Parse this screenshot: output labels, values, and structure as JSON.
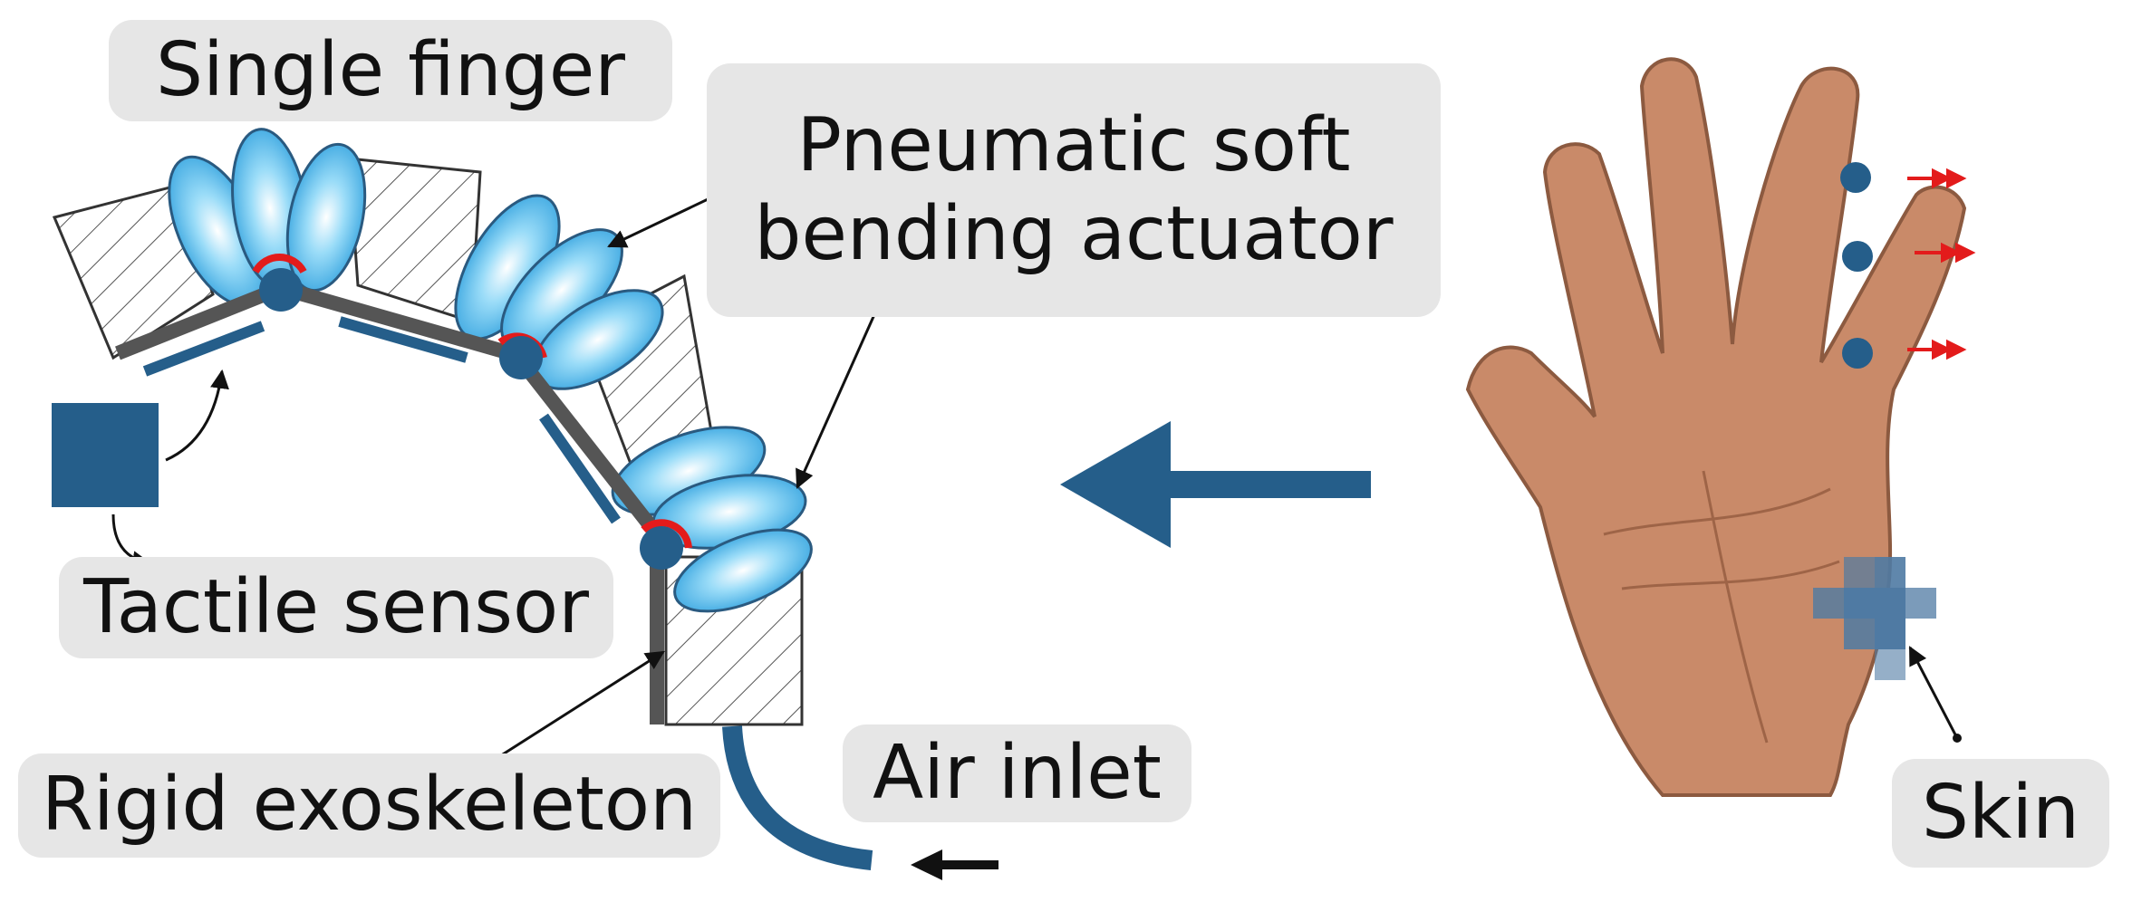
{
  "labels": {
    "single_finger": "Single finger",
    "actuator_line1": "Pneumatic soft",
    "actuator_line2": "bending actuator",
    "tactile_sensor": "Tactile sensor",
    "exoskeleton": "Rigid exoskeleton",
    "air_inlet": "Air inlet",
    "skin": "Skin"
  },
  "colors": {
    "accent_blue": "#255e8a",
    "chamber_blue": "#8fd3f5",
    "joint_red": "#e31b1b",
    "label_bg": "#e6e6e6",
    "exoskeleton_gray": "#555555",
    "skin_tone": "#c98a69"
  },
  "icons": [
    "direction-arrow-icon",
    "joint-marker-icon",
    "force-arrow-icon"
  ]
}
